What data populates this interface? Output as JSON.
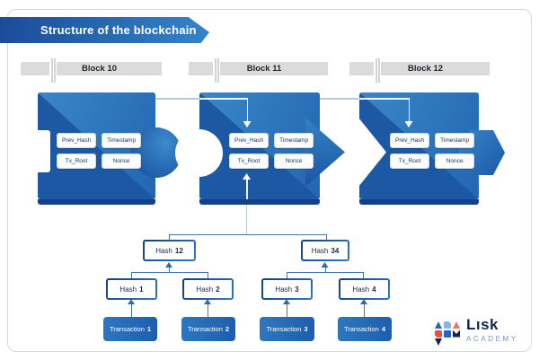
{
  "title": "Structure of the blockchain",
  "headers": [
    "Block 10",
    "Block 11",
    "Block 12"
  ],
  "blocks": [
    {
      "name": "Block 10",
      "fields": [
        "Prev_Hash",
        "Timestamp",
        "Tx_Root",
        "Nonce"
      ]
    },
    {
      "name": "Block 11",
      "fields": [
        "Prev_Hash",
        "Timestamp",
        "Tx_Root",
        "Nonce"
      ]
    },
    {
      "name": "Block 12",
      "fields": [
        "Prev_Hash",
        "Timestamp",
        "Tx_Root",
        "Nonce"
      ]
    }
  ],
  "merkle": {
    "parents": [
      {
        "label": "Hash",
        "num": "12"
      },
      {
        "label": "Hash",
        "num": "34"
      }
    ],
    "leaves": [
      {
        "label": "Hash",
        "num": "1"
      },
      {
        "label": "Hash",
        "num": "2"
      },
      {
        "label": "Hash",
        "num": "3"
      },
      {
        "label": "Hash",
        "num": "4"
      }
    ],
    "transactions": [
      {
        "label": "Transaction",
        "num": "1"
      },
      {
        "label": "Transaction",
        "num": "2"
      },
      {
        "label": "Transaction",
        "num": "3"
      },
      {
        "label": "Transaction",
        "num": "4"
      }
    ]
  },
  "logo": {
    "brand": "Lısk",
    "sub": "ACADEMY"
  },
  "colors": {
    "banner_dark": "#1a4c99",
    "banner_light": "#3484c9",
    "block_blue_dark": "#1d58a5",
    "block_blue_light": "#3a86c9",
    "block_base_strip": "#12418a",
    "tree_line": "#4472b4",
    "light_line": "#b9c9de",
    "header_gray": "#dbdbdb",
    "logo_navy": "#18244d",
    "logo_academy": "#7b93bd",
    "logo_orange": "#f1744e",
    "logo_red": "#e25044",
    "logo_blue": "#2563c9",
    "logo_lightblue": "#82b6ea"
  }
}
